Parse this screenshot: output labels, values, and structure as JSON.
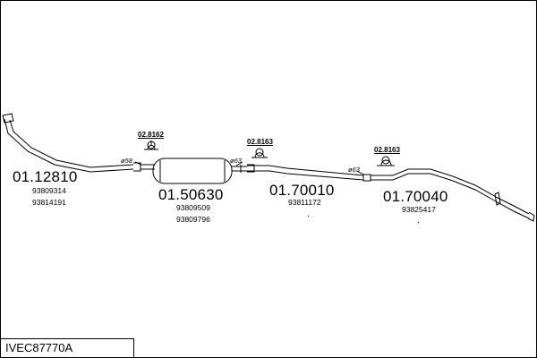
{
  "diagram": {
    "kit_code": "IVEC87770A",
    "parts": [
      {
        "number": "01.12810",
        "oem": [
          "93809314",
          "93814191"
        ]
      },
      {
        "number": "01.50630",
        "oem": [
          "93809509",
          "93809796"
        ]
      },
      {
        "number": "01.70010",
        "oem": [
          "93811172"
        ]
      },
      {
        "number": "01.70040",
        "oem": [
          "93825417"
        ]
      }
    ],
    "clamps": [
      "02.8162",
      "02.8163",
      "02.8163"
    ],
    "diameters": [
      "ø58",
      "ø63",
      "ø63"
    ]
  }
}
